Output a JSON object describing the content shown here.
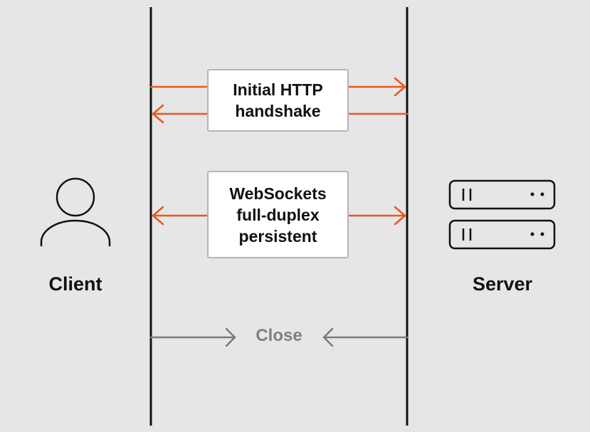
{
  "actors": {
    "client": {
      "label": "Client"
    },
    "server": {
      "label": "Server"
    }
  },
  "messages": {
    "handshake": {
      "lines": [
        "Initial HTTP",
        "handshake"
      ]
    },
    "websocket": {
      "lines": [
        "WebSockets",
        "full-duplex",
        "persistent"
      ]
    },
    "close": {
      "label": "Close"
    }
  },
  "colors": {
    "background": "#e6e6e6",
    "lifeline": "#111111",
    "active_arrow": "#e8581c",
    "close_arrow": "#7a7a7a",
    "box_border": "#b5b5b5"
  },
  "icons": {
    "client": "user-icon",
    "server": "server-rack-icon"
  }
}
